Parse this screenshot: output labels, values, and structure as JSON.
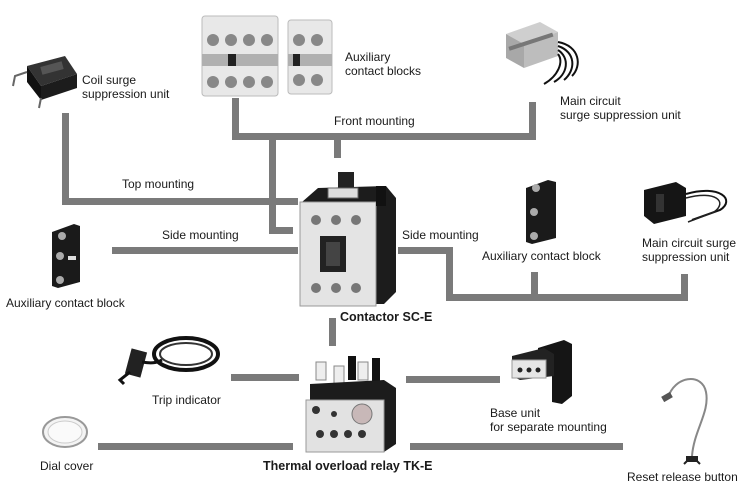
{
  "diagram": {
    "title": "Contactor SC-E and Thermal overload relay TK-E accessories",
    "center_components": {
      "contactor": "Contactor SC-E",
      "relay": "Thermal overload relay TK-E"
    },
    "mounting_labels": {
      "front": "Front mounting",
      "top": "Top mounting",
      "side_left": "Side mounting",
      "side_right": "Side mounting"
    },
    "accessories": {
      "coil_surge": "Coil surge\nsuppression unit",
      "aux_blocks": "Auxiliary\ncontact blocks",
      "main_surge_top": "Main circuit\nsurge suppression unit",
      "aux_block_left": "Auxiliary contact block",
      "aux_block_right": "Auxiliary contact block",
      "main_surge_right": "Main circuit surge\nsuppression unit",
      "trip_indicator": "Trip indicator",
      "base_unit": "Base unit\nfor separate mounting",
      "dial_cover": "Dial cover",
      "reset_button": "Reset release button"
    },
    "colors": {
      "connector_line": "#7a7a7a",
      "device_dark": "#1e1e1e",
      "device_light": "#e6e6e6"
    }
  }
}
